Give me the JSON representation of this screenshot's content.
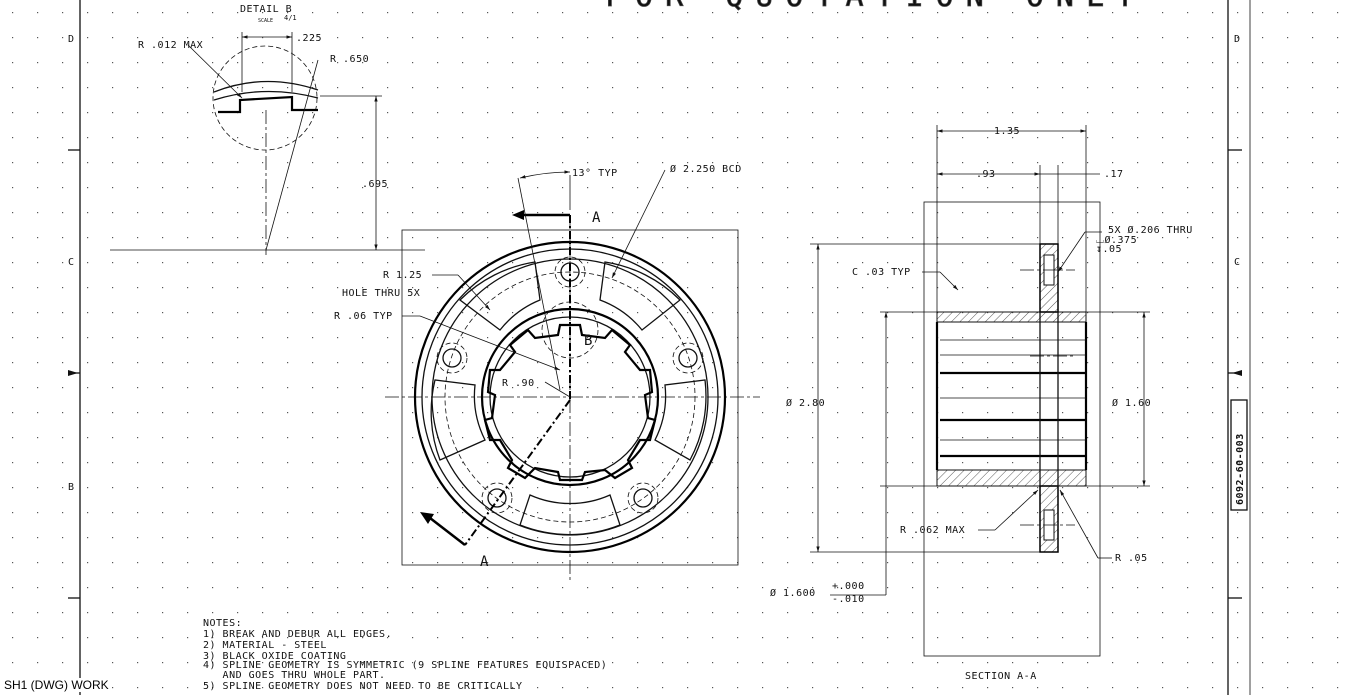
{
  "watermark": "FOR QUOTATION ONLY",
  "detail": {
    "title": "DETAIL B",
    "scale_label": "SCALE",
    "scale_value": "4/1",
    "r012": "R .012 MAX",
    "d225": ".225",
    "r650": "R .650",
    "d695": ".695"
  },
  "front": {
    "angle": "13° TYP",
    "bcd": "Ø 2.250 BCD",
    "r125": "R 1.25",
    "hole": "HOLE THRU 5X",
    "r06": "R .06 TYP",
    "r90": "R .90",
    "label_b": "B",
    "section_mark": "A"
  },
  "section": {
    "d135": "1.35",
    "d93": ".93",
    "d17": ".17",
    "hole_callout_1": "5X Ø.206 THRU",
    "hole_callout_2": "⌴Ø.375",
    "hole_callout_3": "↧.05",
    "chamfer": "C .03 TYP",
    "d280": "Ø 2.80",
    "d160": "Ø 1.60",
    "r062": "R .062 MAX",
    "r05": "R .05",
    "tol_base": "Ø 1.600",
    "tol_plus": "+.000",
    "tol_minus": "-.010",
    "title": "SECTION A-A"
  },
  "notes": {
    "heading": "NOTES:",
    "lines": [
      "1) BREAK AND DEBUR ALL EDGES.",
      "2) MATERIAL - STEEL",
      "3) BLACK OXIDE COATING",
      "4) SPLINE GEOMETRY IS SYMMETRIC (9 SPLINE FEATURES EQUISPACED)",
      "   AND GOES THRU WHOLE PART.",
      "5) SPLINE GEOMETRY DOES NOT NEED TO BE CRITICALLY"
    ]
  },
  "border": {
    "zone_left": [
      "D",
      "C",
      "B"
    ],
    "zone_right": [
      "D",
      "C"
    ],
    "part_number": "6092-60-003"
  },
  "status": "SH1 (DWG) WORK"
}
